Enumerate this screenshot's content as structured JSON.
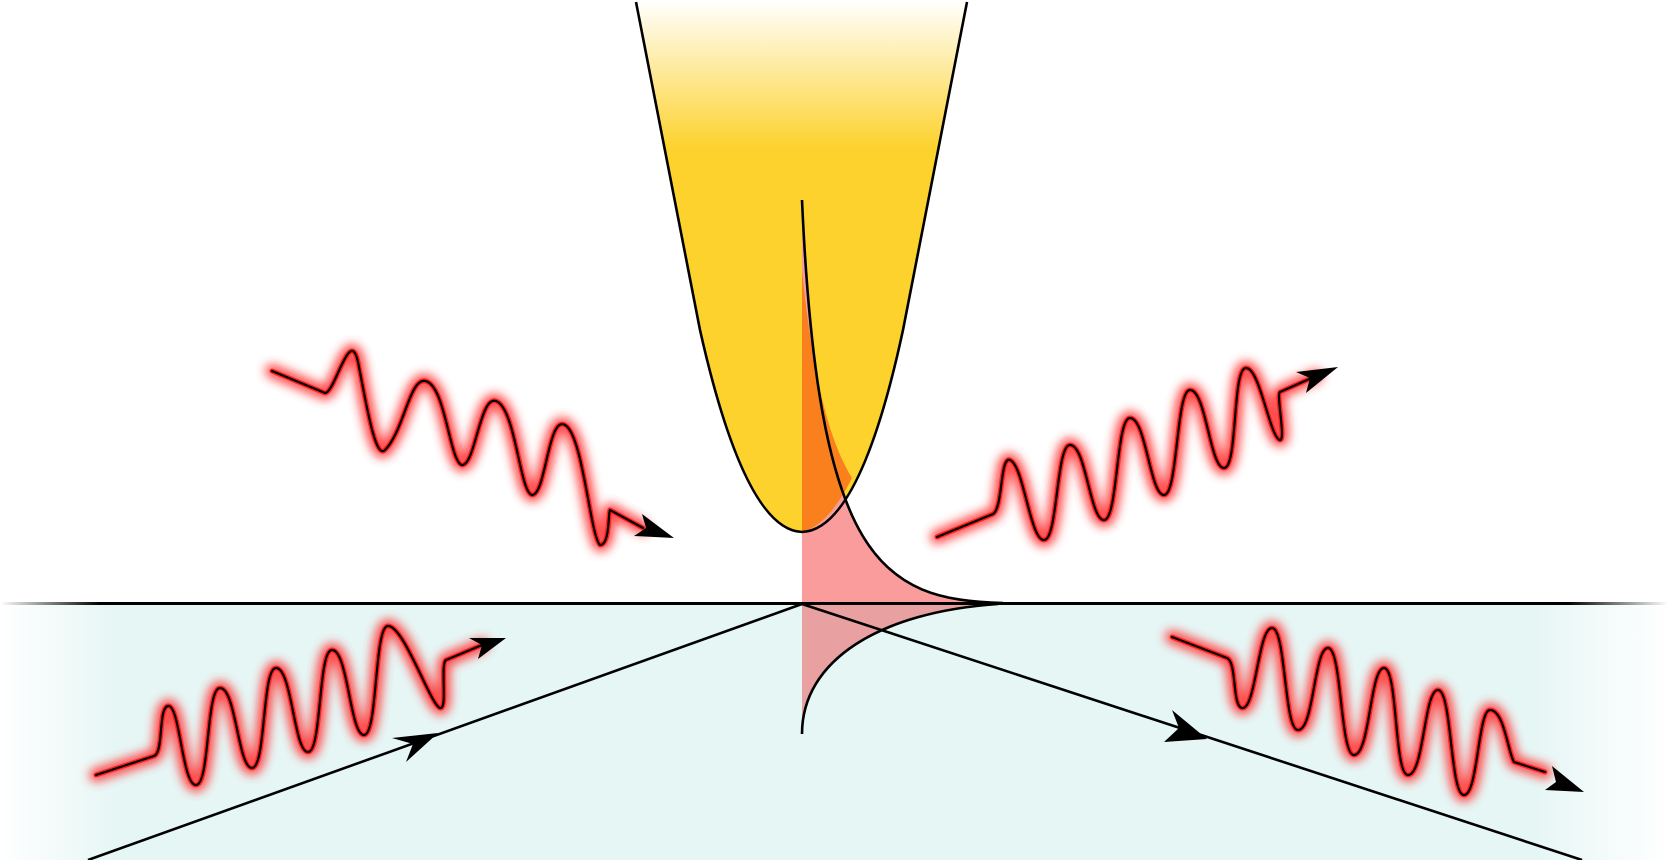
{
  "diagram": {
    "colors": {
      "background": "#ffffff",
      "substrate": "#e6f6f5",
      "tip_gold": "#fdd22c",
      "tip_fade": "#ffffff",
      "field_pink": "#fa9c9c",
      "field_overlap_orange": "#fa7f1d",
      "field_overlap_dark": "#e8a0a0",
      "wave_red": "#ff1a1a",
      "wave_glow": "#ff3b3b",
      "line": "#000000"
    },
    "elements": {
      "tip": "probe-tip",
      "field_decay": "evanescent-field",
      "incident_ray": "incident-beam",
      "reflected_ray": "reflected-beam",
      "waves": [
        "incident-light-above",
        "scattered-light-above",
        "incident-light-below",
        "transmitted-light-below"
      ]
    }
  }
}
